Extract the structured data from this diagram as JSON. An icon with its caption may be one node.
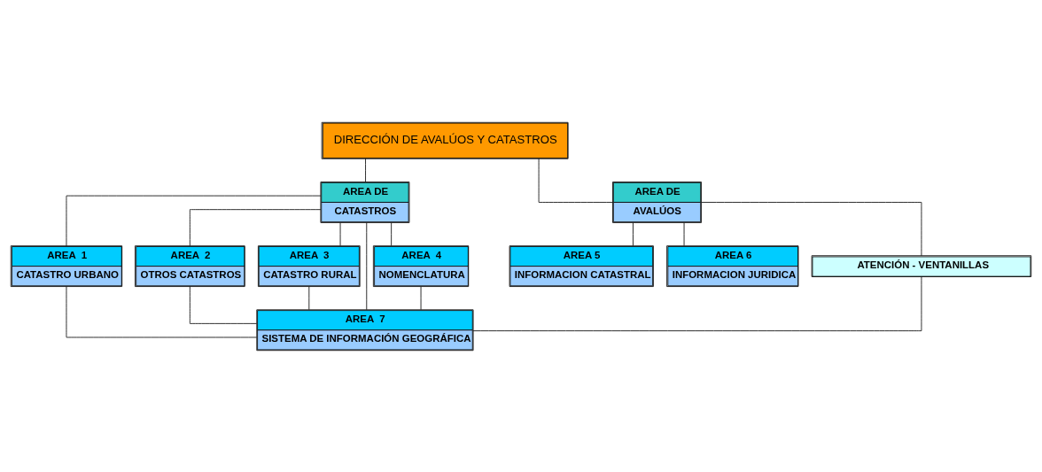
{
  "diagram": {
    "nodes": [
      {
        "text": [
          "DIRECCIÓN DE AVALÚOS Y CATASTROS"
        ]
      },
      {
        "text": [
          "AREA DE",
          "CATASTROS"
        ]
      },
      {
        "text": [
          "AREA DE",
          "AVALÚOS"
        ]
      },
      {
        "text": [
          "AREA  1",
          "CATASTRO URBANO"
        ]
      },
      {
        "text": [
          "AREA  2",
          "OTROS CATASTROS"
        ]
      },
      {
        "text": [
          "AREA  3",
          "CATASTRO RURAL"
        ]
      },
      {
        "text": [
          "AREA  4",
          "NOMENCLATURA"
        ]
      },
      {
        "text": [
          "AREA 5",
          "INFORMACION CATASTRAL"
        ]
      },
      {
        "text": [
          "AREA 6",
          "INFORMACION JURIDICA"
        ]
      },
      {
        "text": [
          "ATENCIÓN - VENTANILLAS"
        ]
      },
      {
        "text": [
          "AREA  7",
          "SISTEMA DE INFORMACIÓN GEOGRÁFICA"
        ]
      }
    ],
    "edges": [
      {
        "from": 0,
        "to": 1,
        "arrow": "none"
      },
      {
        "from": 0,
        "to": 2,
        "arrow": "none"
      },
      {
        "from": 1,
        "to": 3,
        "arrow": "none"
      },
      {
        "from": 1,
        "to": 4,
        "arrow": "none"
      },
      {
        "from": 1,
        "to": 5,
        "arrow": "none"
      },
      {
        "from": 1,
        "to": 6,
        "arrow": "none"
      },
      {
        "from": 1,
        "to": 10,
        "arrow": "none"
      },
      {
        "from": 2,
        "to": 7,
        "arrow": "none"
      },
      {
        "from": 2,
        "to": 8,
        "arrow": "none"
      },
      {
        "from": 2,
        "to": 9,
        "arrow": "none"
      },
      {
        "from": 3,
        "to": 10,
        "arrow": "none"
      },
      {
        "from": 4,
        "to": 10,
        "arrow": "none"
      },
      {
        "from": 5,
        "to": 10,
        "arrow": "none"
      },
      {
        "from": 6,
        "to": 10,
        "arrow": "none"
      },
      {
        "from": 9,
        "to": 10,
        "arrow": "none"
      }
    ]
  }
}
